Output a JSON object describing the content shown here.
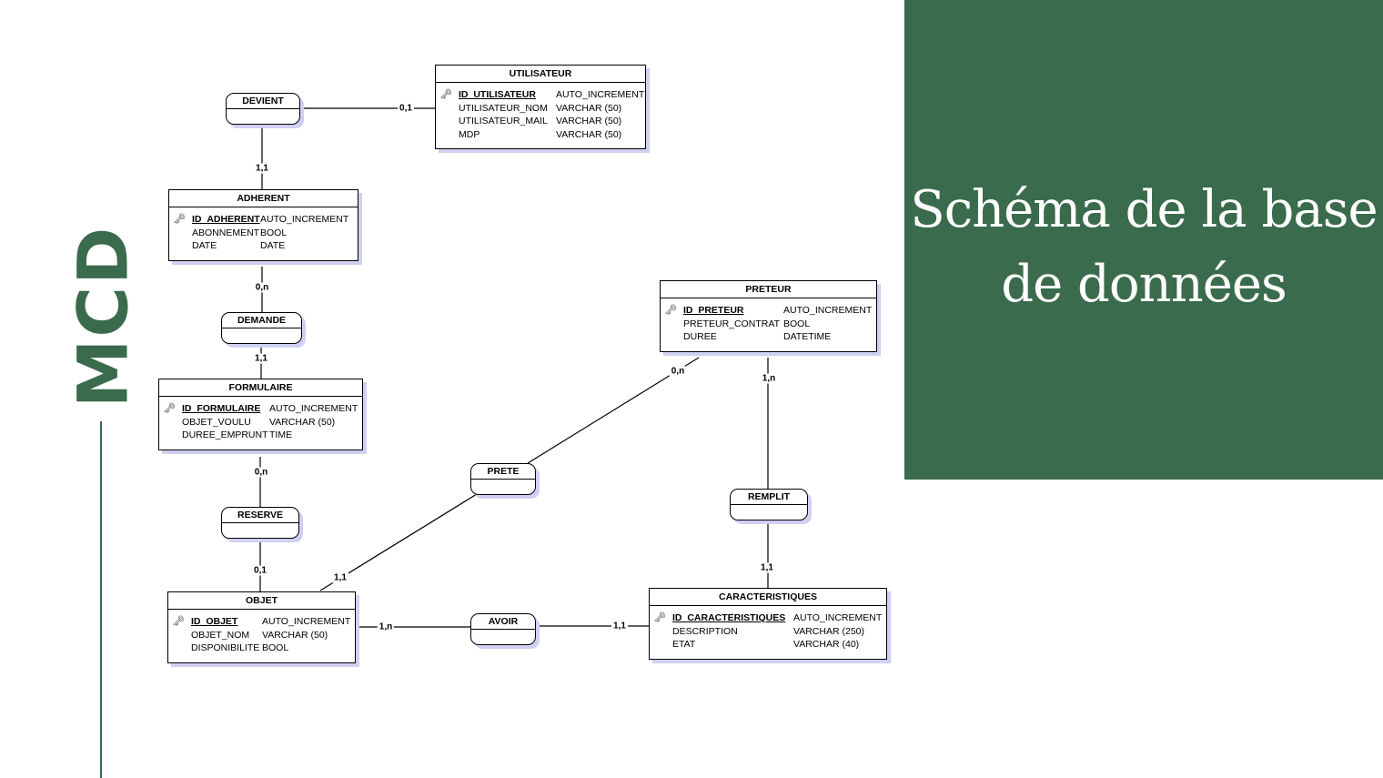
{
  "side_label": "MCD",
  "panel": {
    "title": "Schéma de la base de données"
  },
  "colors": {
    "panel": "#3a6b4c",
    "shadow": "#d0d0f2"
  },
  "entities": [
    {
      "name": "UTILISATEUR",
      "attributes": [
        {
          "name": "ID_UTILISATEUR",
          "type": "AUTO_INCREMENT",
          "key": true
        },
        {
          "name": "UTILISATEUR_NOM",
          "type": "VARCHAR (50)"
        },
        {
          "name": "UTILISATEUR_MAIL",
          "type": "VARCHAR (50)"
        },
        {
          "name": "MDP",
          "type": "VARCHAR (50)"
        }
      ]
    },
    {
      "name": "ADHERENT",
      "attributes": [
        {
          "name": "ID_ADHERENT",
          "type": "AUTO_INCREMENT",
          "key": true
        },
        {
          "name": "ABONNEMENT",
          "type": "BOOL"
        },
        {
          "name": "DATE",
          "type": "DATE"
        }
      ]
    },
    {
      "name": "FORMULAIRE",
      "attributes": [
        {
          "name": "ID_FORMULAIRE",
          "type": "AUTO_INCREMENT",
          "key": true
        },
        {
          "name": "OBJET_VOULU",
          "type": "VARCHAR (50)"
        },
        {
          "name": "DUREE_EMPRUNT",
          "type": "TIME"
        }
      ]
    },
    {
      "name": "OBJET",
      "attributes": [
        {
          "name": "ID_OBJET",
          "type": "AUTO_INCREMENT",
          "key": true
        },
        {
          "name": "OBJET_NOM",
          "type": "VARCHAR (50)"
        },
        {
          "name": "DISPONIBILITE",
          "type": "BOOL"
        }
      ]
    },
    {
      "name": "PRETEUR",
      "attributes": [
        {
          "name": "ID_PRETEUR",
          "type": "AUTO_INCREMENT",
          "key": true
        },
        {
          "name": "PRETEUR_CONTRAT",
          "type": "BOOL"
        },
        {
          "name": "DUREE",
          "type": "DATETIME"
        }
      ]
    },
    {
      "name": "CARACTERISTIQUES",
      "attributes": [
        {
          "name": "ID_CARACTERISTIQUES",
          "type": "AUTO_INCREMENT",
          "key": true
        },
        {
          "name": "DESCRIPTION",
          "type": "VARCHAR (250)"
        },
        {
          "name": "ETAT",
          "type": "VARCHAR (40)"
        }
      ]
    }
  ],
  "associations": [
    "DEVIENT",
    "DEMANDE",
    "RESERVE",
    "PRETE",
    "REMPLIT",
    "AVOIR"
  ],
  "cardinalities": [
    "0,1",
    "1,1",
    "0,n",
    "1,1",
    "0,n",
    "0,1",
    "1,1",
    "0,n",
    "1,n",
    "1,1",
    "1,n",
    "1,1"
  ]
}
